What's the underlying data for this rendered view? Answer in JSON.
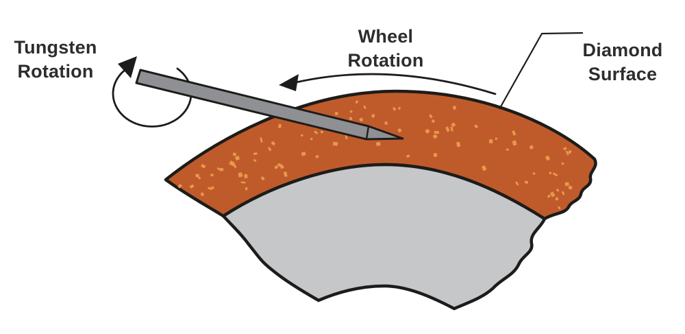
{
  "diagram": {
    "title_implicit": "Tungsten grinding wheel diagram",
    "labels": {
      "tungsten_rotation": {
        "line1": "Tungsten",
        "line2": "Rotation"
      },
      "wheel_rotation": {
        "line1": "Wheel",
        "line2": "Rotation"
      },
      "diamond_surface": {
        "line1": "Diamond",
        "line2": "Surface"
      }
    },
    "colors": {
      "background": "#ffffff",
      "diamond_surface": "#bf5b2b",
      "diamond_speckle": "#e8984c",
      "wheel_core": "#c6c7c9",
      "tungsten_rod": "#8f9093",
      "outline": "#1d1c1a",
      "text": "#2d2d2d"
    },
    "speckles": {
      "count": 105
    }
  }
}
